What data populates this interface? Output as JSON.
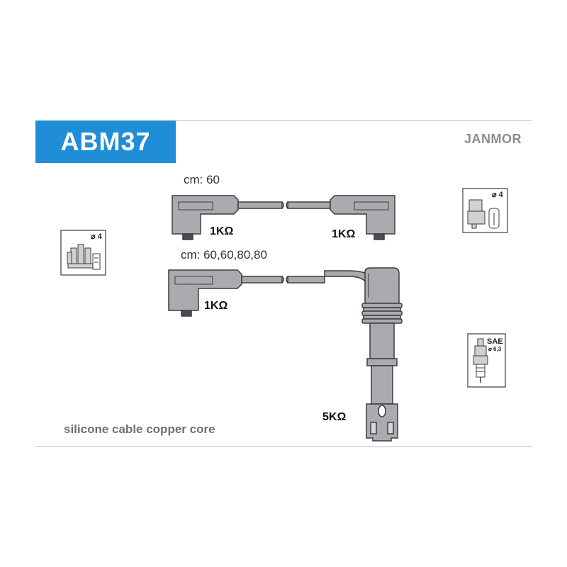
{
  "header": {
    "part_code": "ABM37",
    "brand": "JANMOR"
  },
  "cables": {
    "top": {
      "length_label": "cm: 60",
      "resistance_left": "1KΩ",
      "resistance_right": "1KΩ"
    },
    "bottom": {
      "length_label": "cm: 60,60,80,80",
      "resistance_left": "1KΩ",
      "resistance_right": "5KΩ"
    }
  },
  "icons": {
    "distributor_left": {
      "name": "distributor-cap-icon",
      "diameter": "⌀ 4"
    },
    "distributor_right": {
      "name": "ignition-coil-icon",
      "diameter": "⌀ 4"
    },
    "spark_plug": {
      "name": "spark-plug-icon",
      "standard": "SAE",
      "diameter": "⌀ 6,3"
    }
  },
  "footer": {
    "note": "silicone cable copper core"
  },
  "colors": {
    "brand_blue": "#1f8ed6",
    "cable_gray": "#a9abae",
    "outline": "#3b3d40"
  }
}
